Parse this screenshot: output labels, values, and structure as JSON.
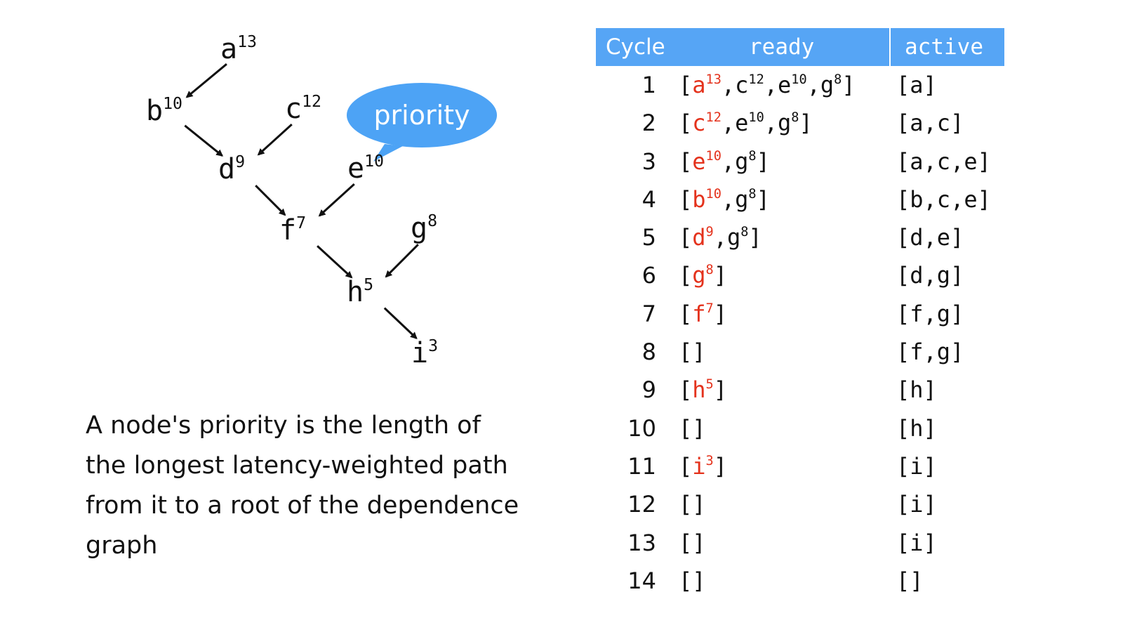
{
  "graph": {
    "nodes": [
      {
        "id": "a",
        "priority": "13"
      },
      {
        "id": "b",
        "priority": "10"
      },
      {
        "id": "c",
        "priority": "12"
      },
      {
        "id": "d",
        "priority": "9"
      },
      {
        "id": "e",
        "priority": "10"
      },
      {
        "id": "f",
        "priority": "7"
      },
      {
        "id": "g",
        "priority": "8"
      },
      {
        "id": "h",
        "priority": "5"
      },
      {
        "id": "i",
        "priority": "3"
      }
    ],
    "edges": [
      [
        "a",
        "b"
      ],
      [
        "b",
        "d"
      ],
      [
        "c",
        "d"
      ],
      [
        "d",
        "f"
      ],
      [
        "e",
        "f"
      ],
      [
        "f",
        "h"
      ],
      [
        "g",
        "h"
      ],
      [
        "h",
        "i"
      ]
    ],
    "bubble_label": "priority"
  },
  "caption": "A node's priority is the length of the longest latency-weighted path from it to a root of the dependence graph",
  "table": {
    "headers": {
      "cycle": "Cycle",
      "ready": "ready",
      "active": "active"
    },
    "rows": [
      {
        "cycle": "1",
        "ready": [
          [
            "a",
            "13"
          ],
          [
            "c",
            "12"
          ],
          [
            "e",
            "10"
          ],
          [
            "g",
            "8"
          ]
        ],
        "active": "[a]"
      },
      {
        "cycle": "2",
        "ready": [
          [
            "c",
            "12"
          ],
          [
            "e",
            "10"
          ],
          [
            "g",
            "8"
          ]
        ],
        "active": "[a,c]"
      },
      {
        "cycle": "3",
        "ready": [
          [
            "e",
            "10"
          ],
          [
            "g",
            "8"
          ]
        ],
        "active": "[a,c,e]"
      },
      {
        "cycle": "4",
        "ready": [
          [
            "b",
            "10"
          ],
          [
            "g",
            "8"
          ]
        ],
        "active": "[b,c,e]"
      },
      {
        "cycle": "5",
        "ready": [
          [
            "d",
            "9"
          ],
          [
            "g",
            "8"
          ]
        ],
        "active": "[d,e]"
      },
      {
        "cycle": "6",
        "ready": [
          [
            "g",
            "8"
          ]
        ],
        "active": "[d,g]"
      },
      {
        "cycle": "7",
        "ready": [
          [
            "f",
            "7"
          ]
        ],
        "active": "[f,g]"
      },
      {
        "cycle": "8",
        "ready": [],
        "active": "[f,g]"
      },
      {
        "cycle": "9",
        "ready": [
          [
            "h",
            "5"
          ]
        ],
        "active": "[h]"
      },
      {
        "cycle": "10",
        "ready": [],
        "active": "[h]"
      },
      {
        "cycle": "11",
        "ready": [
          [
            "i",
            "3"
          ]
        ],
        "active": "[i]"
      },
      {
        "cycle": "12",
        "ready": [],
        "active": "[i]"
      },
      {
        "cycle": "13",
        "ready": [],
        "active": "[i]"
      },
      {
        "cycle": "14",
        "ready": [],
        "active": "[]"
      }
    ]
  },
  "colors": {
    "header_bg": "#56a5f5",
    "bubble": "#4da3f5",
    "highlight": "#e4321c",
    "text": "#111111"
  }
}
